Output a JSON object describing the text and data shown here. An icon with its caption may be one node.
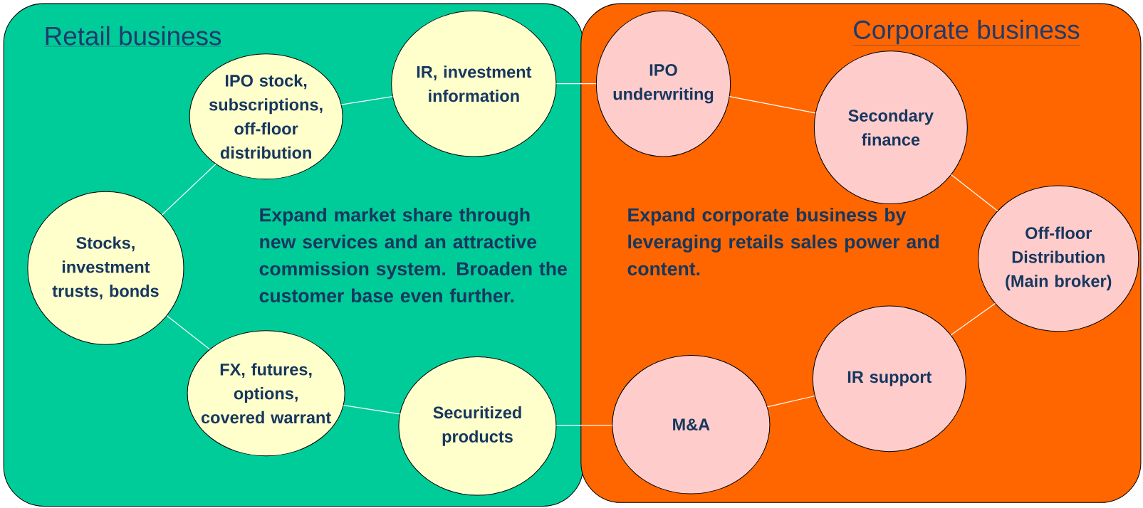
{
  "diagram": {
    "nodes": [
      {
        "text": [
          "Retail business",
          "Expand market share through new services and an attractive commission system. Broaden the customer base even further."
        ]
      },
      {
        "text": [
          "IPO stock, subscriptions, off-floor distribution"
        ],
        "in": 0
      },
      {
        "text": [
          "IR, investment information"
        ],
        "in": 0
      },
      {
        "text": [
          "Stocks, investment trusts, bonds"
        ],
        "in": 0
      },
      {
        "text": [
          "FX, futures, options, covered warrant"
        ],
        "in": 0
      },
      {
        "text": [
          "Securitized products"
        ],
        "in": 0
      },
      {
        "text": [
          "Corporate business",
          "Expand corporate business by leveraging retails sales power and content."
        ]
      },
      {
        "text": [
          "IPO underwriting"
        ],
        "in": 6
      },
      {
        "text": [
          "Secondary finance"
        ],
        "in": 6
      },
      {
        "text": [
          "Off-floor Distribution (Main broker)"
        ],
        "in": 6
      },
      {
        "text": [
          "IR support"
        ],
        "in": 6
      },
      {
        "text": [
          "M&A"
        ],
        "in": 6
      }
    ],
    "edges": [
      {
        "from": 3,
        "to": 1,
        "arrow": "none"
      },
      {
        "from": 1,
        "to": 2,
        "arrow": "none"
      },
      {
        "from": 2,
        "to": 7,
        "arrow": "none"
      },
      {
        "from": 7,
        "to": 8,
        "arrow": "none"
      },
      {
        "from": 8,
        "to": 9,
        "arrow": "none"
      },
      {
        "from": 9,
        "to": 10,
        "arrow": "none"
      },
      {
        "from": 10,
        "to": 11,
        "arrow": "none"
      },
      {
        "from": 11,
        "to": 5,
        "arrow": "none"
      },
      {
        "from": 5,
        "to": 4,
        "arrow": "none"
      },
      {
        "from": 4,
        "to": 3,
        "arrow": "none"
      }
    ]
  }
}
